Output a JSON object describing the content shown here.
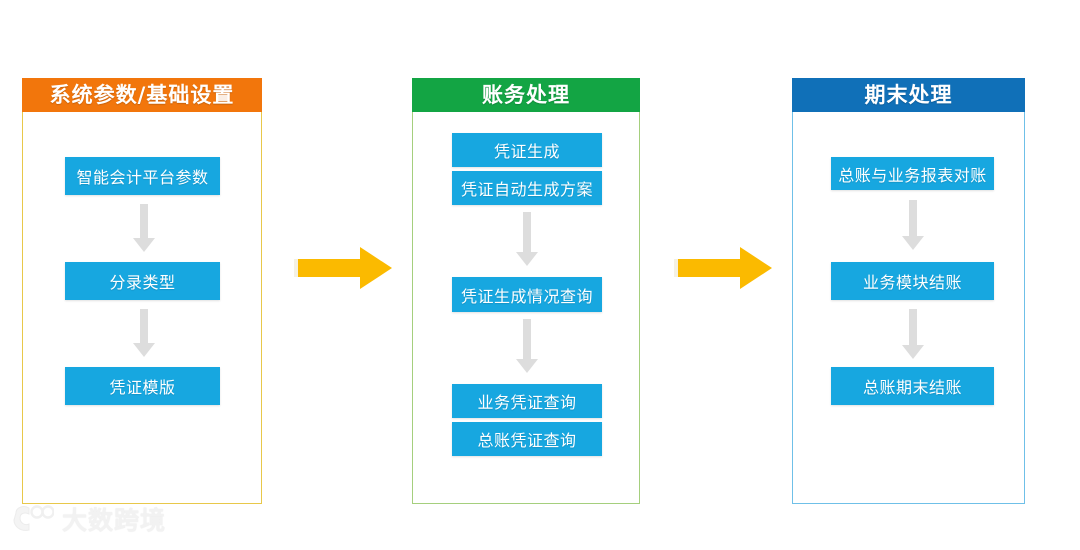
{
  "diagram": {
    "title_visible": false,
    "colors": {
      "node_blue": "#17a7e0",
      "header_orange": "#f2760c",
      "header_green": "#13a544",
      "header_blue": "#1070b8",
      "border_gold": "#e8c84a",
      "border_green": "#a5cf7d",
      "border_blue": "#6fc0e8",
      "connector_yellow": "#fbba00",
      "arrow_gray": "#dcdcdc"
    },
    "panels": [
      {
        "id": "system-parameters",
        "header": "系统参数/基础设置",
        "nodes": [
          {
            "label": "智能会计平台参数"
          },
          {
            "label": "分录类型"
          },
          {
            "label": "凭证模版"
          }
        ]
      },
      {
        "id": "accounting-processing",
        "header": "账务处理",
        "nodes": [
          {
            "label": "凭证生成"
          },
          {
            "label": "凭证自动生成方案"
          },
          {
            "label": "凭证生成情况查询"
          },
          {
            "label": "业务凭证查询"
          },
          {
            "label": "总账凭证查询"
          }
        ]
      },
      {
        "id": "period-end-processing",
        "header": "期末处理",
        "nodes": [
          {
            "label": "总账与业务报表对账"
          },
          {
            "label": "业务模块结账"
          },
          {
            "label": "总账期末结账"
          }
        ]
      }
    ],
    "connectors": [
      {
        "name": "arrow-panel0-to-panel1",
        "direction": "right"
      },
      {
        "name": "arrow-panel1-to-panel2",
        "direction": "right"
      }
    ]
  },
  "watermark": {
    "text": "大数跨境",
    "logo": "dashu-logo-icon"
  }
}
